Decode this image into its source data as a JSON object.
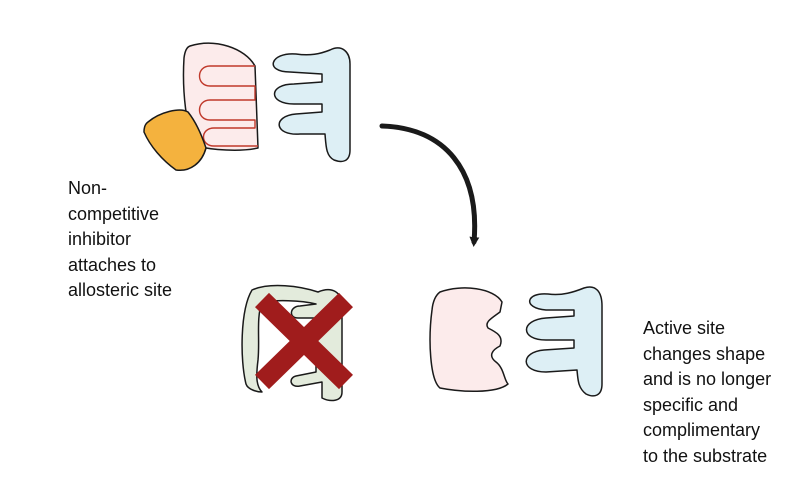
{
  "captions": {
    "inhibitor": [
      "Non-",
      "competitive",
      "inhibitor",
      "attaches to",
      "allosteric site"
    ],
    "active_site": [
      "Active site",
      "changes shape",
      "and is no longer",
      "specific and",
      "complimentary",
      "to the substrate"
    ]
  },
  "colors": {
    "enzyme_fill": "#fcebeb",
    "active_site_outline": "#c0392b",
    "substrate_fill": "#ddeff5",
    "inhibitor_fill": "#f4b23e",
    "blocked_enzyme_fill": "#e3ebdc",
    "cross_mark": "#a01c1c",
    "arrow": "#1a1a1a"
  },
  "icons": {
    "blocked": "cross-mark-icon",
    "transition": "curved-arrow-icon"
  }
}
